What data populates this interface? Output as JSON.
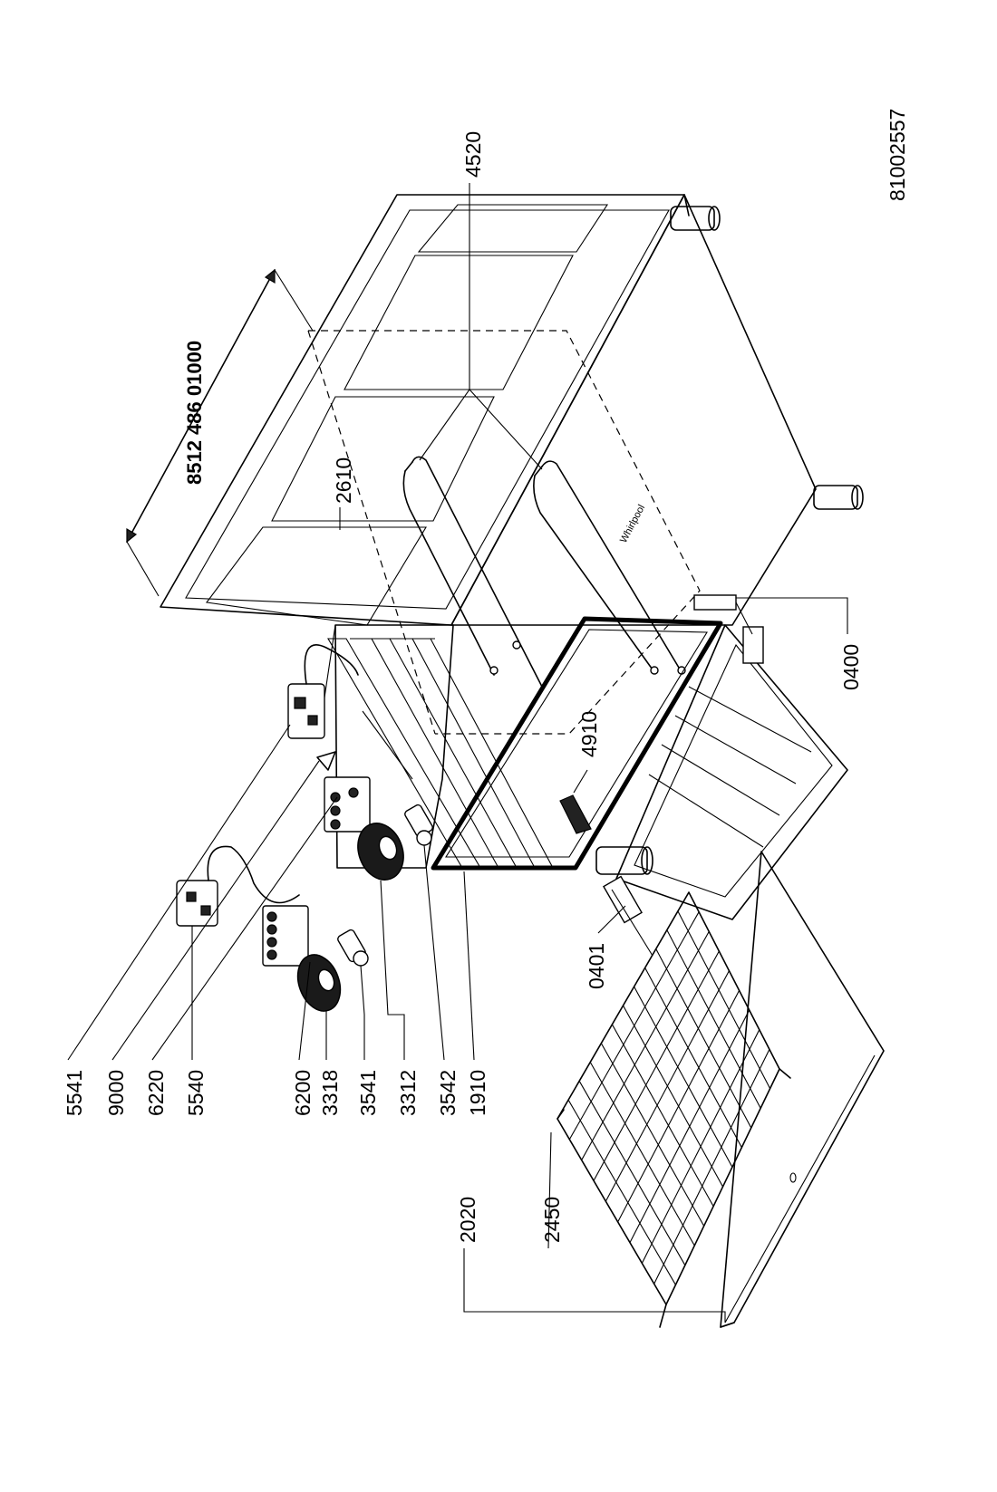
{
  "document_code": "81002557",
  "model_number": "8512 486 01000",
  "brand_mark": "Whirlpool",
  "part_labels": {
    "p5541": "5541",
    "p9000": "9000",
    "p6220": "6220",
    "p5540": "5540",
    "p6200": "6200",
    "p3318": "3318",
    "p3541": "3541",
    "p3312": "3312",
    "p3542": "3542",
    "p1910": "1910",
    "p2020": "2020",
    "p2450": "2450",
    "p0401": "0401",
    "p0400": "0400",
    "p4910": "4910",
    "p2610": "2610",
    "p4520": "4520"
  }
}
